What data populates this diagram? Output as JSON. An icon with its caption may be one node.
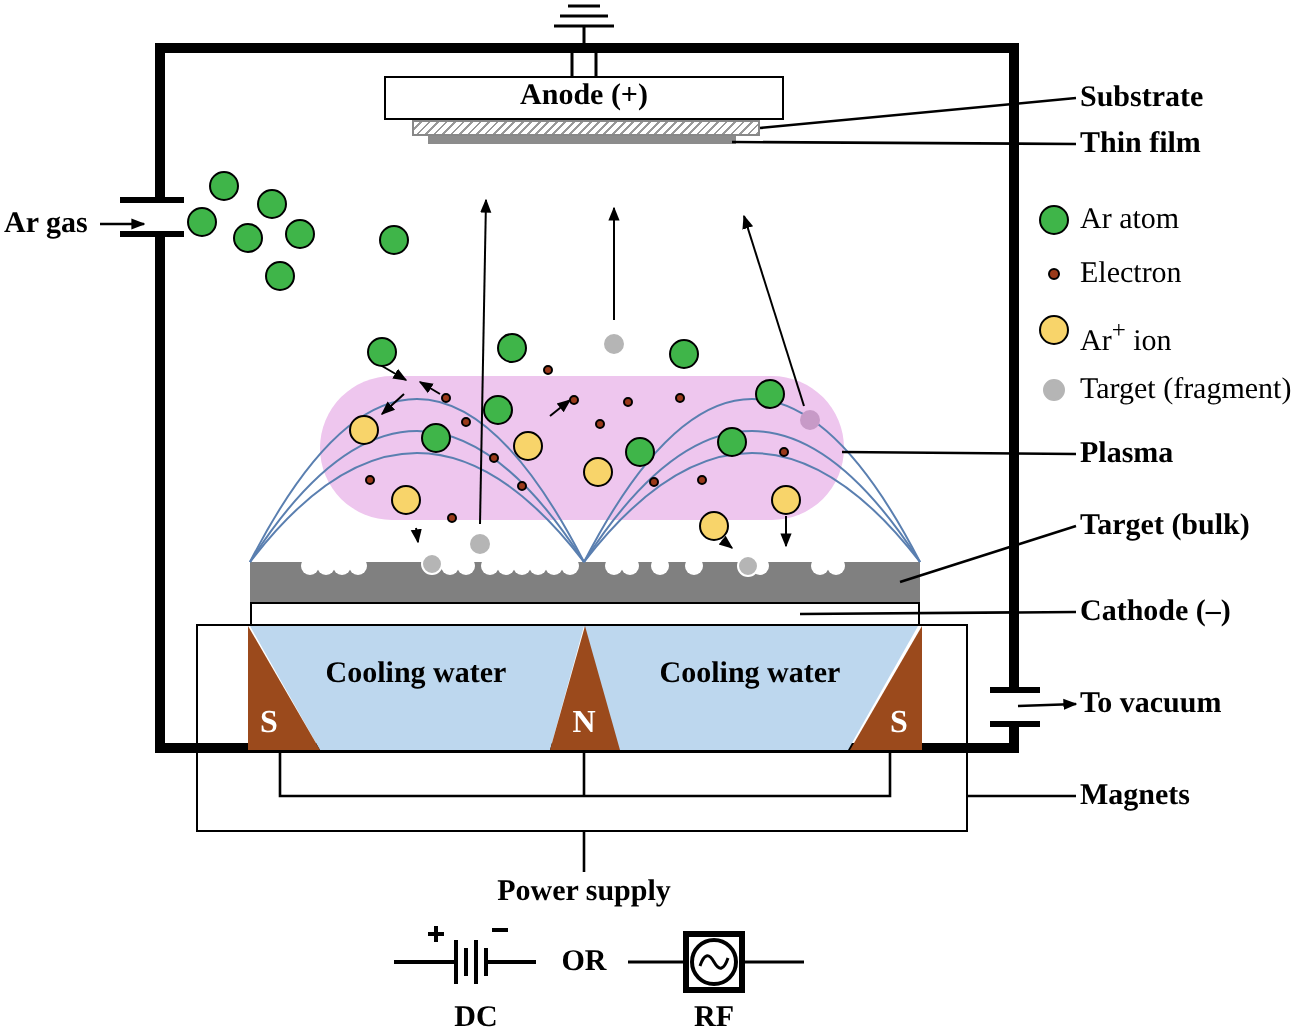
{
  "diagram": {
    "nodes": [
      {
        "text": [
          "Anode (+)"
        ]
      },
      {
        "text": [],
        "shape": "box"
      },
      {
        "text": [],
        "shape": "bar"
      },
      {
        "text": [
          "Substrate"
        ]
      },
      {
        "text": [
          "Thin film"
        ]
      },
      {
        "text": [
          "Ar gas"
        ]
      },
      {
        "text": [],
        "shape": "cloud"
      },
      {
        "text": [
          "Plasma"
        ]
      },
      {
        "text": [],
        "shape": "bar"
      },
      {
        "text": [
          "Target (bulk)"
        ]
      },
      {
        "text": [],
        "shape": "box"
      },
      {
        "text": [
          "Cathode (–)"
        ]
      },
      {
        "text": [],
        "shape": "box"
      },
      {
        "text": [
          "S"
        ],
        "in": 12
      },
      {
        "text": [
          "Cooling water"
        ],
        "in": 12
      },
      {
        "text": [
          "N"
        ],
        "in": 12
      },
      {
        "text": [
          "Cooling water"
        ],
        "in": 12
      },
      {
        "text": [
          "S"
        ],
        "in": 12
      },
      {
        "text": [
          "To vacuum"
        ]
      },
      {
        "text": [
          "Magnets"
        ]
      }
    ],
    "edges": [
      {
        "from": 3,
        "to": 1,
        "arrow": "none"
      },
      {
        "from": 4,
        "to": 2,
        "arrow": "none"
      },
      {
        "from": 5,
        "to": null,
        "arrow": "to"
      },
      {
        "from": 7,
        "to": 6,
        "arrow": "none"
      },
      {
        "from": 9,
        "to": 8,
        "arrow": "none"
      },
      {
        "from": 11,
        "to": 10,
        "arrow": "none"
      },
      {
        "from": null,
        "to": 18,
        "arrow": "to"
      },
      {
        "from": 19,
        "to": 12,
        "arrow": "none"
      }
    ],
    "labels": [
      "Power supply",
      "OR",
      "DC",
      "RF"
    ],
    "legend": [
      {
        "text": "Ar atom",
        "color": "#3fb549"
      },
      {
        "text": "Electron",
        "color": "#9a3a1a"
      },
      {
        "text": "Ar$^{+}$ ion",
        "color": "#f8d46a"
      },
      {
        "text": "Target (fragment)",
        "color": "#b5b5b5"
      }
    ]
  }
}
